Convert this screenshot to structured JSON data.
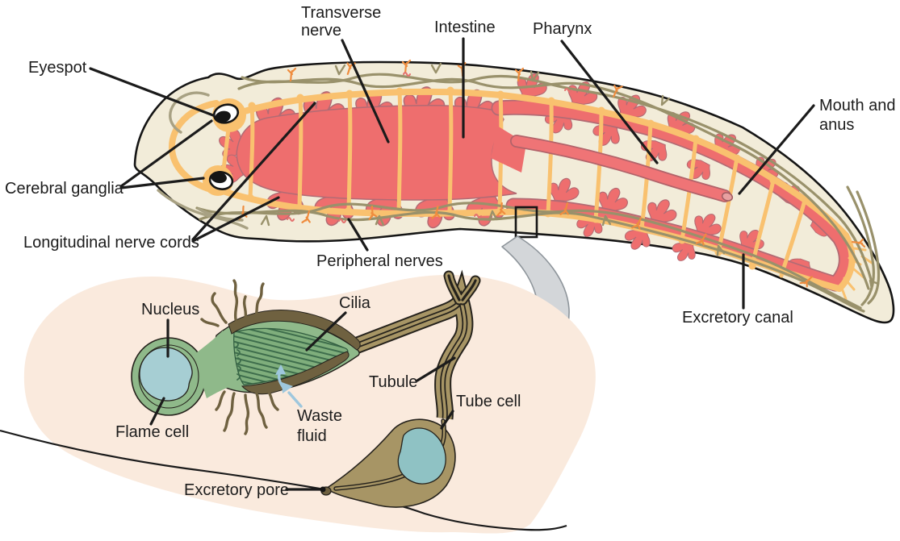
{
  "colors": {
    "background": "#ffffff",
    "body_fill": "#f2ecd9",
    "body_outline": "#151515",
    "intestine": "#ee6e6e",
    "intestine_outline": "#b26b74",
    "pharynx": "#ef7476",
    "nerve_orange": "#f9c16f",
    "peripheral_olive": "#99916b",
    "sprig_orange": "#ef8c3e",
    "inset_bg": "#faeadd",
    "cell_green": "#8fb98a",
    "cilia_green": "#3e6d4c",
    "nucleus_blue": "#a6ced3",
    "tube_brown": "#a79565",
    "tube_dark": "#6f6140",
    "tube_nucleus": "#8fc2c4",
    "waste_arrow_blue": "#9ec7dd",
    "zoom_arrow_gray": "#d3d6d9",
    "label_color": "#1c1c1c"
  },
  "worm": {
    "labels": {
      "eyespot": "Eyespot",
      "cerebral_ganglia": "Cerebral ganglia",
      "longitudinal_nerve_cords": "Longitudinal nerve cords",
      "transverse_nerve_line1": "Transverse",
      "transverse_nerve_line2": "nerve",
      "intestine": "Intestine",
      "pharynx": "Pharynx",
      "mouth_and_anus_line1": "Mouth and",
      "mouth_and_anus_line2": "anus",
      "peripheral_nerves": "Peripheral nerves",
      "excretory_canal": "Excretory canal"
    }
  },
  "inset": {
    "labels": {
      "nucleus": "Nucleus",
      "cilia": "Cilia",
      "flame_cell": "Flame cell",
      "waste_fluid_line1": "Waste",
      "waste_fluid_line2": "fluid",
      "tubule": "Tubule",
      "tube_cell": "Tube cell",
      "excretory_pore": "Excretory pore"
    }
  }
}
